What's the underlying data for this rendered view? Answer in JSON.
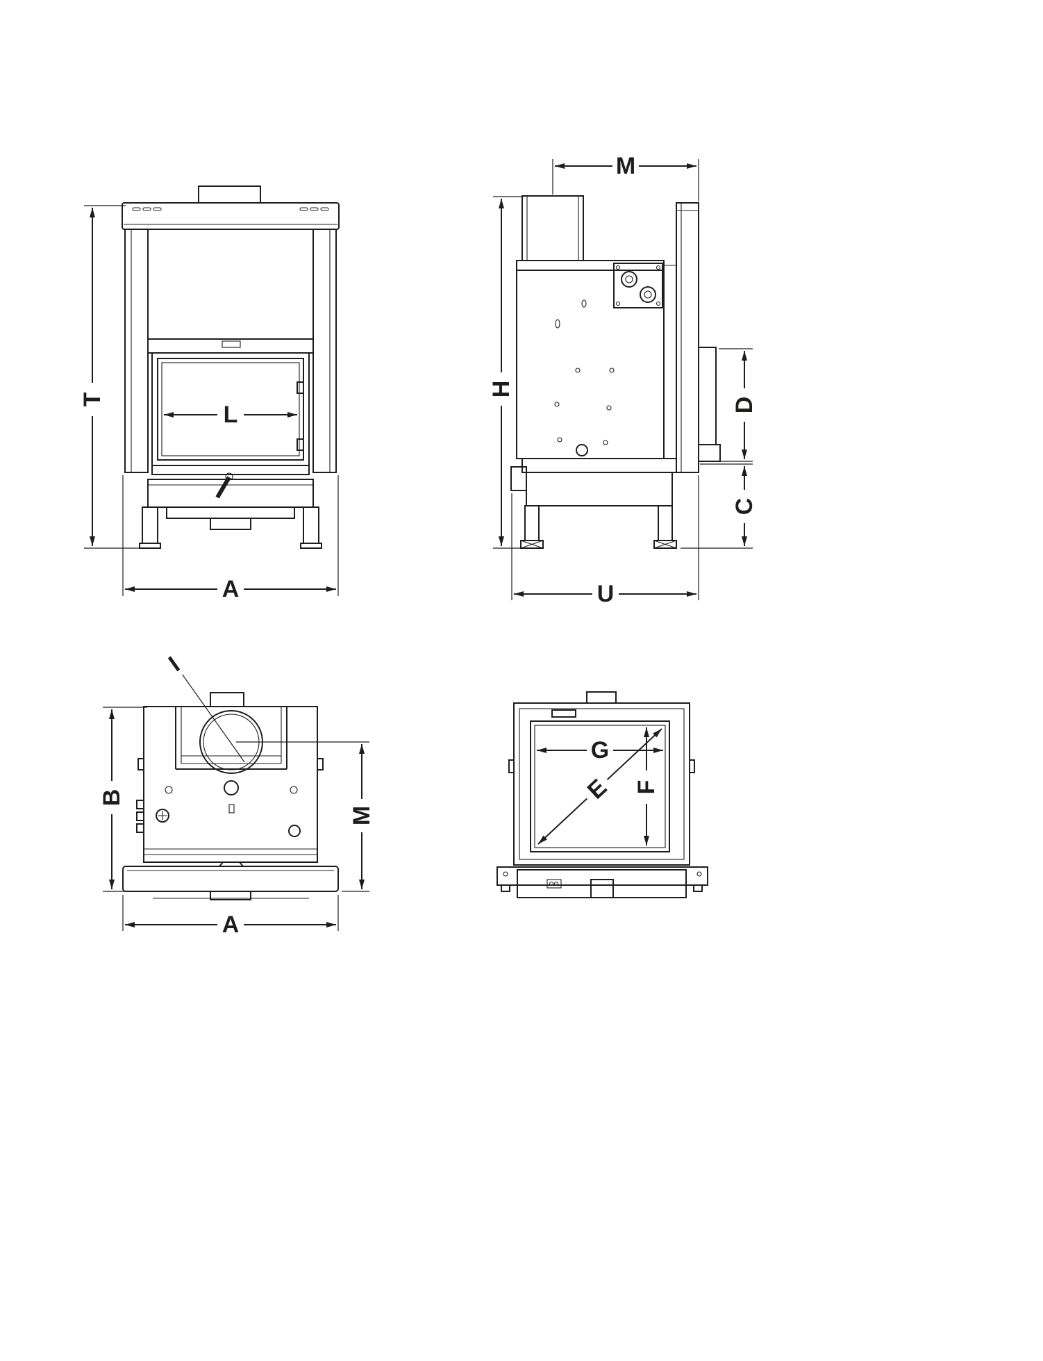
{
  "colors": {
    "background": "#ffffff",
    "line": "#1d1d1b"
  },
  "views": {
    "front": {
      "dim_T": "T",
      "dim_L": "L",
      "dim_A": "A"
    },
    "side": {
      "dim_M": "M",
      "dim_H": "H",
      "dim_D": "D",
      "dim_C": "C",
      "dim_U": "U"
    },
    "plan": {
      "dim_I": "I",
      "dim_B": "B",
      "dim_M": "M",
      "dim_A": "A"
    },
    "opening": {
      "dim_G": "G",
      "dim_E": "E",
      "dim_F": "F"
    }
  }
}
